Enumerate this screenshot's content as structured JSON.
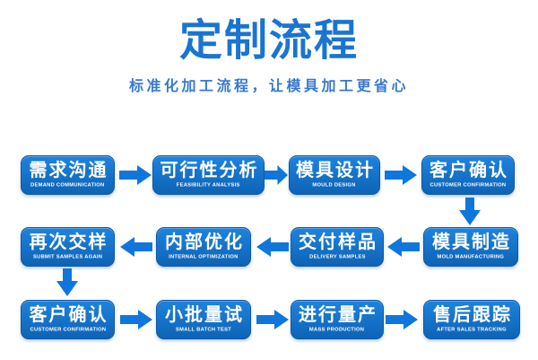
{
  "header": {
    "title": "定制流程",
    "subtitle": "标准化加工流程，让模具加工更省心"
  },
  "colors": {
    "title_blue": "#1a74d2",
    "subtitle_blue": "#3779cf",
    "box_gradient_top": "#1e83dd",
    "box_gradient_bottom": "#0e63b5",
    "box_border": "#0b5aab",
    "arrow_blue": "#0f76dd",
    "step_text": "#ffffff"
  },
  "flow": {
    "boxes": [
      {
        "zh": "需求沟通",
        "en": "DEMAND COMMUNICATION"
      },
      {
        "zh": "可行性分析",
        "en": "FEASIBILITY ANALYSIS"
      },
      {
        "zh": "模具设计",
        "en": "MOULD DESIGN"
      },
      {
        "zh": "客户确认",
        "en": "CUSTOMER CONFIRMATION"
      },
      {
        "zh": "模具制造",
        "en": "MOLD MANUFACTURING"
      },
      {
        "zh": "交付样品",
        "en": "DELIVERY SAMPLES"
      },
      {
        "zh": "内部优化",
        "en": "INTERNAL OPTIMIZATION"
      },
      {
        "zh": "再次交样",
        "en": "SUBMIT SAMPLES AGAIN"
      },
      {
        "zh": "客户确认",
        "en": "CUSTOMER CONFIRMATION"
      },
      {
        "zh": "小批量试",
        "en": "SMALL BATCH TEST"
      },
      {
        "zh": "进行量产",
        "en": "MASS PRODUCTION"
      },
      {
        "zh": "售后跟踪",
        "en": "AFTER SALES TRACKING"
      }
    ]
  }
}
